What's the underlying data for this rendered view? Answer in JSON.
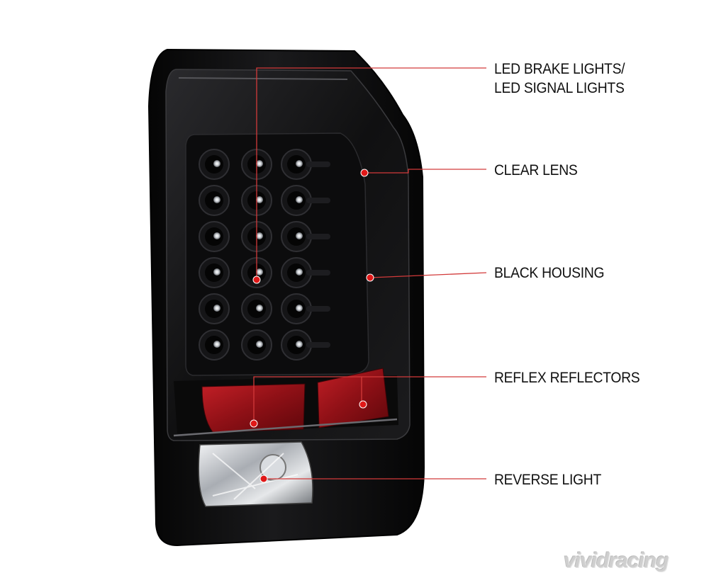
{
  "colors": {
    "leader_line": "#d23a3a",
    "marker": "#e01818",
    "housing": "#0b0b0c",
    "reflector": "#a4161c"
  },
  "callouts": [
    {
      "id": "led",
      "lines": [
        "LED BRAKE LIGHTS/",
        "LED SIGNAL LIGHTS"
      ]
    },
    {
      "id": "lens",
      "lines": [
        "CLEAR LENS"
      ]
    },
    {
      "id": "housing",
      "lines": [
        "BLACK HOUSING"
      ]
    },
    {
      "id": "reflex",
      "lines": [
        "REFLEX REFLECTORS"
      ]
    },
    {
      "id": "reverse",
      "lines": [
        "REVERSE LIGHT"
      ]
    }
  ],
  "watermark": "vividracing"
}
